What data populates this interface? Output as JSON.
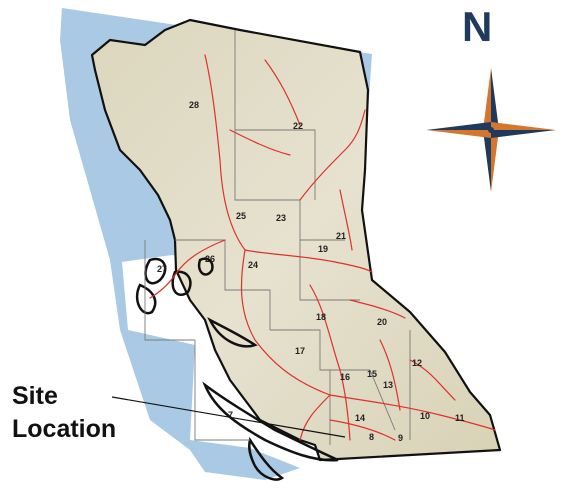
{
  "north_label": "N",
  "site_label": {
    "line1": "Site",
    "line2": "Location"
  },
  "regions": [
    "28",
    "22",
    "25",
    "23",
    "21",
    "19",
    "27",
    "26",
    "24",
    "18",
    "20",
    "17",
    "16",
    "15",
    "12",
    "13",
    "14",
    "10",
    "11",
    "8",
    "9",
    "7"
  ],
  "colors": {
    "water": "#a9c9e4",
    "land": "#e4e0cb",
    "roads": "#e0302b",
    "border": "#111111",
    "compass_blue": "#1f3a5c",
    "compass_orange": "#d4772e",
    "compass_teal": "#2b5d5a"
  },
  "icons": [
    "compass-rose-icon"
  ]
}
